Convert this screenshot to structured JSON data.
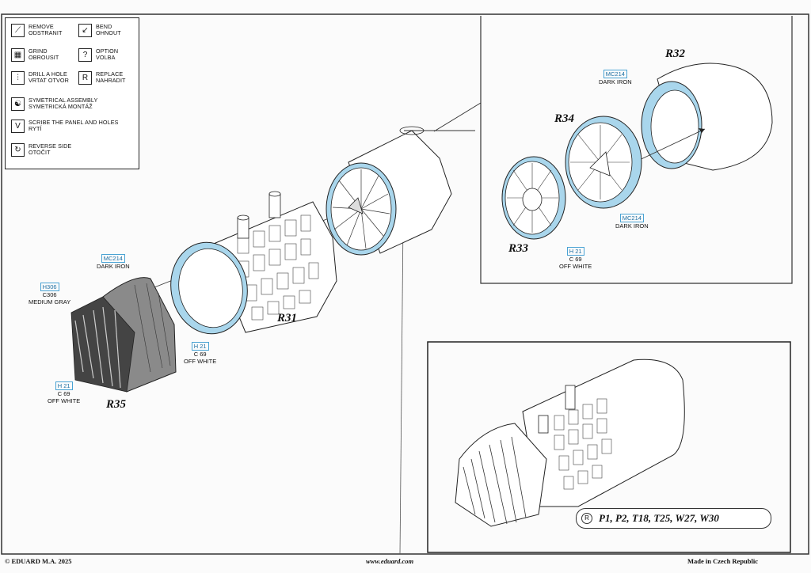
{
  "legend": {
    "items": [
      {
        "icon": "knife-icon",
        "glyph": "⟋",
        "l1": "REMOVE",
        "l2": "ODSTRANIT"
      },
      {
        "icon": "bend-icon",
        "glyph": "↙",
        "l1": "BEND",
        "l2": "OHNOUT"
      },
      {
        "icon": "file-icon",
        "glyph": "▦",
        "l1": "GRIND",
        "l2": "OBROUSIT"
      },
      {
        "icon": "option-icon",
        "glyph": "?",
        "l1": "OPTION",
        "l2": "VOLBA"
      },
      {
        "icon": "drill-icon",
        "glyph": "⫶",
        "l1": "DRILL A HOLE",
        "l2": "VRTAT OTVOR"
      },
      {
        "icon": "replace-icon",
        "glyph": "R",
        "l1": "REPLACE",
        "l2": "NAHRADIT"
      },
      {
        "icon": "symmetrical-icon",
        "glyph": "☯",
        "l1": "SYMETRICAL ASSEMBLY",
        "l2": "SYMETRICKÁ MONTÁŽ"
      },
      {
        "icon": "scribe-icon",
        "glyph": "V",
        "l1": "SCRIBE THE PANEL AND HOLES",
        "l2": "RYTÍ"
      },
      {
        "icon": "reverse-icon",
        "glyph": "↻",
        "l1": "REVERSE SIDE",
        "l2": "OTOČIT"
      }
    ]
  },
  "parts": {
    "r31": "R31",
    "r32": "R32",
    "r33": "R33",
    "r34": "R34",
    "r35": "R35"
  },
  "paints": {
    "r35_mc": {
      "code": "MC214",
      "name": "DARK IRON"
    },
    "r35_h": {
      "code": "H306",
      "code2": "C306",
      "name": "MEDIUM GRAY"
    },
    "r35_h21": {
      "code": "H 21",
      "code2": "C 69",
      "name": "OFF WHITE"
    },
    "r31_h21": {
      "code": "H 21",
      "code2": "C 69",
      "name": "OFF WHITE"
    },
    "r32_mc": {
      "code": "MC214",
      "name": "DARK IRON"
    },
    "r34_mc": {
      "code": "MC214",
      "name": "DARK IRON"
    },
    "r33_h21": {
      "code": "H 21",
      "code2": "C 69",
      "name": "OFF WHITE"
    }
  },
  "references": {
    "icon": "R",
    "text": "P1, P2, T18, T25, W27, W30"
  },
  "footer": {
    "left": "© EDUARD  M.A. 2025",
    "center": "www.eduard.com",
    "right": "Made in Czech Republic"
  },
  "colors": {
    "paint_blue": "#a9d6ec",
    "dark_iron": "#555555",
    "medium_gray": "#8a8a8a"
  }
}
